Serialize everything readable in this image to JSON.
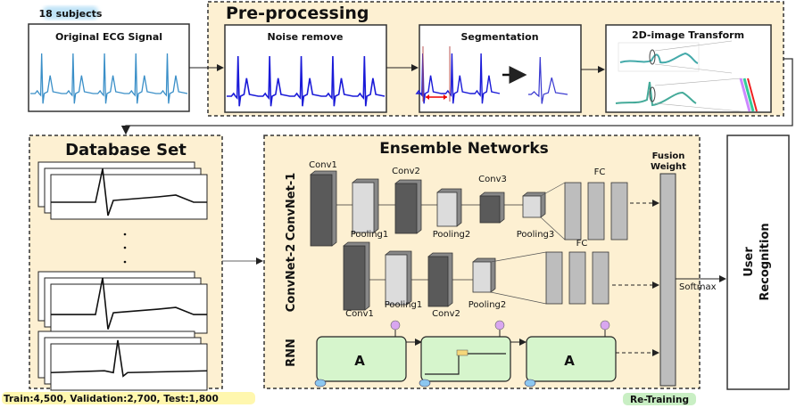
{
  "input": {
    "subjects_badge": "18 subjects",
    "title": "Original ECG Signal"
  },
  "preprocessing": {
    "title": "Pre-processing",
    "steps": [
      {
        "label": "Noise remove"
      },
      {
        "label": "Segmentation"
      },
      {
        "label": "2D-image Transform"
      }
    ]
  },
  "database": {
    "title": "Database Set",
    "split_label": "Train:4,500, Validation:2,700, Test:1,800"
  },
  "ensemble": {
    "title": "Ensemble Networks",
    "convnet1": {
      "label": "ConvNet-1",
      "layers": [
        "Conv1",
        "Pooling1",
        "Conv2",
        "Pooling2",
        "Conv3",
        "Pooling3"
      ],
      "fc": "FC"
    },
    "convnet2": {
      "label": "ConvNet-2",
      "layers": [
        "Conv1",
        "Pooling1",
        "Conv2",
        "Pooling2"
      ],
      "fc": "FC"
    },
    "rnn": {
      "label": "RNN",
      "cell": "A"
    },
    "fusion_label_1": "Fusion",
    "fusion_label_2": "Weight",
    "softmax": "Softmax",
    "retraining": "Re-Training"
  },
  "output": {
    "label_1": "User",
    "label_2": "Recognition"
  },
  "colors": {
    "panel": "#fdf0d2",
    "badge_blue": "#bfe3f7",
    "badge_green": "#c9efc4",
    "badge_yellow": "#fff59a",
    "raw_ecg": "#3a8fc8",
    "clean_ecg": "#1a1ad8",
    "rnn_cell": "#d6f5cc",
    "conv_dark": "#5a5a5a",
    "pool_light": "#dcdcdc",
    "fc_gray": "#bdbdbd"
  }
}
